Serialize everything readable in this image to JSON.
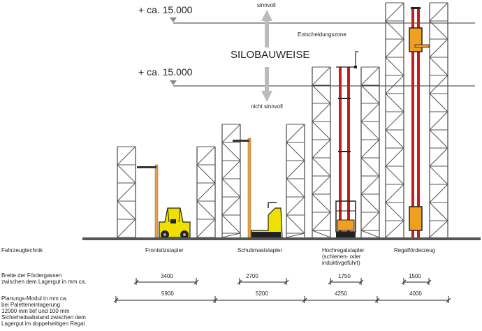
{
  "heights": {
    "upper_label": "+ ca. 15.000",
    "lower_label": "+ ca. 15.000",
    "sinnvoll": "sinnvoll",
    "nicht_sinnvoll": "nicht sinnvoll",
    "entscheidungszone": "Entscheidungszone",
    "title": "SILOBAUWEISE"
  },
  "rows": {
    "fahrzeugtechnik": "Fahrzeugtechnik",
    "breite_line1": "Breite der Fördergassen",
    "breite_line2": "zwischen dem Lagergut in mm ca.",
    "modul_line1": "Planungs-Modul in mm ca.",
    "modul_line2": "bei Paletteneinlagerung",
    "modul_line3": "12000 mm tief und 100 mm",
    "modul_line4": "Sicherheitsabstand zwischen dem",
    "modul_line5": "Lagergut im doppelseitigen Regal"
  },
  "vehicles": [
    {
      "name": "Frontsitzstapler",
      "name_line2": "",
      "name_line3": "",
      "aisle_width": "3400",
      "module": "5900"
    },
    {
      "name": "Schubmaststapler",
      "name_line2": "",
      "name_line3": "",
      "aisle_width": "2700",
      "module": "5200"
    },
    {
      "name": "Hochregalstapler",
      "name_line2": "(schienen- oder",
      "name_line3": "induktivgeführt)",
      "aisle_width": "1750",
      "module": "4250"
    },
    {
      "name": "Regalförderzeug",
      "name_line2": "",
      "name_line3": "",
      "aisle_width": "1500",
      "module": "4000"
    }
  ],
  "colors": {
    "rack": "#555555",
    "mast_orange": "#e8a44a",
    "forklift_yellow": "#f0e000",
    "red_rail": "#c41e1e",
    "cabin_orange": "#f0a020",
    "arrow_gray": "#bbbbbb",
    "ground": "#555555"
  }
}
